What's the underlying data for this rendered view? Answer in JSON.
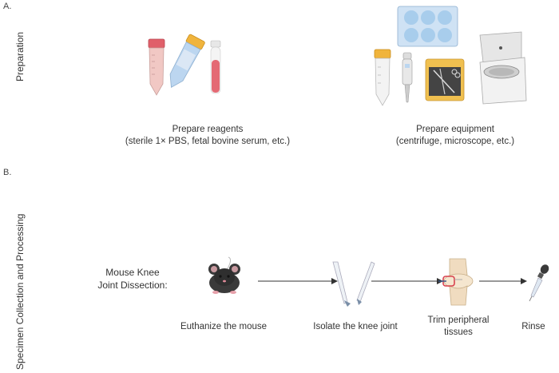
{
  "panel_a": {
    "letter": "A.",
    "side_label": "Preparation",
    "reagents": {
      "title": "Prepare reagents",
      "detail": "(sterile 1× PBS, fetal bovine serum, etc.)",
      "icons": [
        "conical-tube-red-cap",
        "conical-tube-yellow-cap",
        "blood-tube"
      ]
    },
    "equipment": {
      "title": "Prepare equipment",
      "detail": "(centrifuge, microscope, etc.)",
      "icons": [
        "well-plate",
        "conical-tube",
        "pipette",
        "dissection-kit",
        "centrifuge"
      ]
    }
  },
  "panel_b": {
    "letter": "B.",
    "side_label": "Specimen Collection and Processing",
    "procedure_label": "Mouse Knee Joint Dissection:",
    "steps": [
      {
        "icon": "mouse-icon",
        "label": "Euthanize the mouse"
      },
      {
        "icon": "scissors-icon",
        "label": "Isolate the knee joint"
      },
      {
        "icon": "knee-joint-icon",
        "label": "Trim peripheral tissues"
      },
      {
        "icon": "dropper-icon",
        "label": "Rinse"
      }
    ]
  },
  "colors": {
    "red_cap": "#e0606a",
    "yellow_cap": "#f0b43c",
    "blue_plate": "#a8cdec",
    "arrow": "#333333"
  }
}
